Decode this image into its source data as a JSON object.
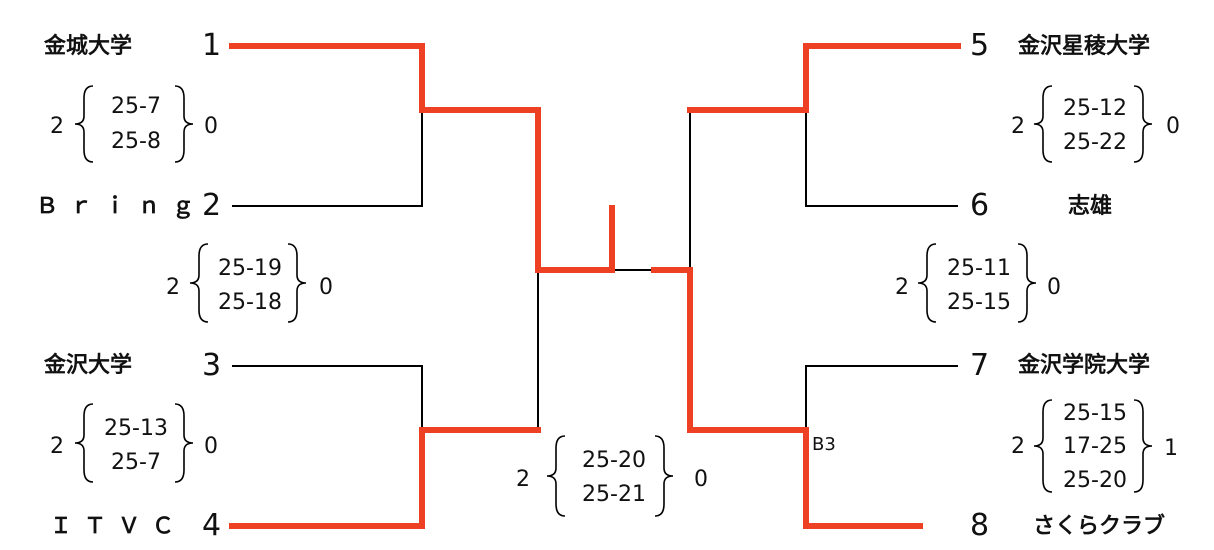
{
  "colors": {
    "winner_line": "#ee4124",
    "line": "#000000"
  },
  "teams": [
    {
      "seed": "1",
      "name": "金城大学"
    },
    {
      "seed": "2",
      "name": "Ｂｒｉｎｇ"
    },
    {
      "seed": "3",
      "name": "金沢大学"
    },
    {
      "seed": "4",
      "name": "ＩＴＶＣ"
    },
    {
      "seed": "5",
      "name": "金沢星稜大学"
    },
    {
      "seed": "6",
      "name": "志雄"
    },
    {
      "seed": "7",
      "name": "金沢学院大学"
    },
    {
      "seed": "8",
      "name": "さくらクラブ"
    }
  ],
  "matches": {
    "m1": {
      "left_sets": "2",
      "right_sets": "0",
      "scores": [
        "25-7",
        "25-8"
      ]
    },
    "m2": {
      "left_sets": "2",
      "right_sets": "0",
      "scores": [
        "25-13",
        "25-7"
      ]
    },
    "m3": {
      "left_sets": "2",
      "right_sets": "0",
      "scores": [
        "25-12",
        "25-22"
      ]
    },
    "m4": {
      "left_sets": "2",
      "right_sets": "1",
      "scores": [
        "25-15",
        "17-25",
        "25-20"
      ]
    },
    "semi_left": {
      "left_sets": "2",
      "right_sets": "0",
      "scores": [
        "25-19",
        "25-18"
      ]
    },
    "semi_right": {
      "left_sets": "2",
      "right_sets": "0",
      "scores": [
        "25-11",
        "25-15"
      ]
    },
    "final": {
      "left_sets": "2",
      "right_sets": "0",
      "scores": [
        "25-20",
        "25-21"
      ]
    }
  },
  "annotations": {
    "b3": "B3"
  }
}
